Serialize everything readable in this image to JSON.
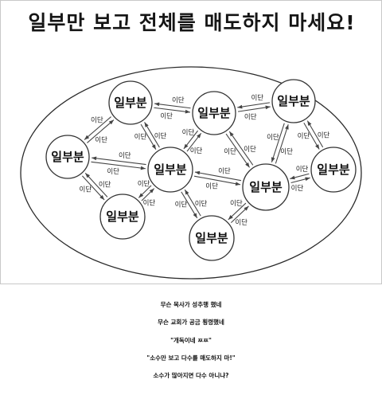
{
  "title": "일부만 보고 전체를 매도하지 마세요!",
  "diagram": {
    "node_label": "일부분",
    "edge_label": "이단",
    "nodes": [
      {
        "id": "n1"
      },
      {
        "id": "n2"
      },
      {
        "id": "n3"
      },
      {
        "id": "n4"
      },
      {
        "id": "n5"
      },
      {
        "id": "n6"
      },
      {
        "id": "n7"
      },
      {
        "id": "n8"
      },
      {
        "id": "n9"
      },
      {
        "id": "n10"
      }
    ],
    "edges": [
      {
        "from": "n1",
        "to": "n2"
      },
      {
        "from": "n1",
        "to": "n4"
      },
      {
        "from": "n1",
        "to": "n5"
      },
      {
        "from": "n2",
        "to": "n3"
      },
      {
        "from": "n2",
        "to": "n5"
      },
      {
        "from": "n2",
        "to": "n6"
      },
      {
        "from": "n3",
        "to": "n6"
      },
      {
        "from": "n3",
        "to": "n7"
      },
      {
        "from": "n4",
        "to": "n5"
      },
      {
        "from": "n4",
        "to": "n8"
      },
      {
        "from": "n5",
        "to": "n6"
      },
      {
        "from": "n5",
        "to": "n8"
      },
      {
        "from": "n5",
        "to": "n9"
      },
      {
        "from": "n6",
        "to": "n7"
      },
      {
        "from": "n6",
        "to": "n9"
      }
    ]
  },
  "caption": [
    "무슨 목사가 성추행 했네",
    "무슨 교회가 공금 횡령했네",
    "\"개독이네 ㅉㅉ\"",
    "\"소수만 보고 다수를 매도하지 마!\"",
    "소수가 많아지면 다수 아니냐?"
  ]
}
